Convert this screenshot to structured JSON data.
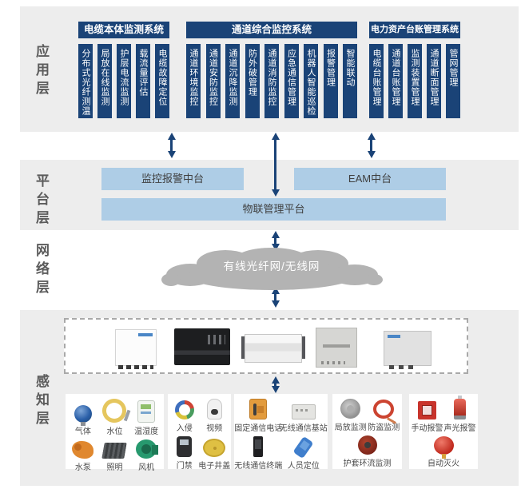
{
  "layers": [
    {
      "label": "应用层"
    },
    {
      "label": "平台层"
    },
    {
      "label": "网络层"
    },
    {
      "label": "感知层"
    }
  ],
  "application": {
    "groups": [
      {
        "title": "电缆本体监测系统",
        "modules": [
          "分布式光纤测温",
          "局放在线监测",
          "护层电流监测",
          "载流量评估",
          "电缆故障定位"
        ]
      },
      {
        "title": "通道综合监控系统",
        "modules": [
          "通道环境监控",
          "通道安防监控",
          "通道沉降监测",
          "防外破管理",
          "通道消防监控",
          "应急通信管理",
          "机器人智能巡检",
          "报警管理",
          "智能联动"
        ]
      },
      {
        "title": "电力资产台账管理系统",
        "modules": [
          "电缆台账管理",
          "通道台账管理",
          "监测装置管理",
          "通道断面管理",
          "管网管理"
        ]
      }
    ]
  },
  "platform": {
    "boxes": [
      {
        "label": "监控报警中台"
      },
      {
        "label": "EAM中台"
      },
      {
        "label": "物联管理平台"
      }
    ]
  },
  "network": {
    "cloud_label": "有线光纤网/无线网"
  },
  "perception": {
    "devices": [
      "wall-mounted-monitoring-host",
      "black-rack-server",
      "white-rack-server",
      "gray-junction-box",
      "monitoring-terminal-box"
    ],
    "cards": [
      {
        "cols": 3,
        "items": [
          {
            "label": "气体",
            "icon": "gas-detector"
          },
          {
            "label": "水位",
            "icon": "water-level-sensor"
          },
          {
            "label": "温湿度",
            "icon": "temp-humidity-sensor"
          },
          {
            "label": "水泵",
            "icon": "water-pump"
          },
          {
            "label": "照明",
            "icon": "lighting"
          },
          {
            "label": "风机",
            "icon": "fan"
          }
        ]
      },
      {
        "cols": 2,
        "items": [
          {
            "label": "入侵",
            "icon": "intrusion-sensor"
          },
          {
            "label": "视频",
            "icon": "video-camera"
          },
          {
            "label": "门禁",
            "icon": "access-control"
          },
          {
            "label": "电子井盖",
            "icon": "electronic-manhole-cover"
          }
        ]
      },
      {
        "cols": 2,
        "items": [
          {
            "label": "固定通信电话",
            "icon": "fixed-phone"
          },
          {
            "label": "无线通信基站",
            "icon": "wireless-base-station"
          },
          {
            "label": "无线通信终端",
            "icon": "wireless-terminal"
          },
          {
            "label": "人员定位",
            "icon": "personnel-positioning"
          }
        ]
      },
      {
        "cols": 2,
        "items": [
          {
            "label": "局放监测",
            "icon": "partial-discharge-monitor"
          },
          {
            "label": "防盗监测",
            "icon": "anti-theft-monitor"
          },
          {
            "label": "护套环流监测",
            "icon": "sheath-current-monitor"
          }
        ]
      },
      {
        "cols": 2,
        "items": [
          {
            "label": "手动报警",
            "icon": "manual-alarm"
          },
          {
            "label": "声光报警",
            "icon": "sound-light-alarm"
          },
          {
            "label": "自动灭火",
            "icon": "auto-fire-extinguisher"
          }
        ]
      }
    ]
  },
  "colors": {
    "navy": "#1a4377",
    "panel_gray": "#ededed",
    "light_blue": "#aecde6",
    "cloud_gray": "#b3b3b3",
    "label_gray": "#5c5c5c"
  }
}
